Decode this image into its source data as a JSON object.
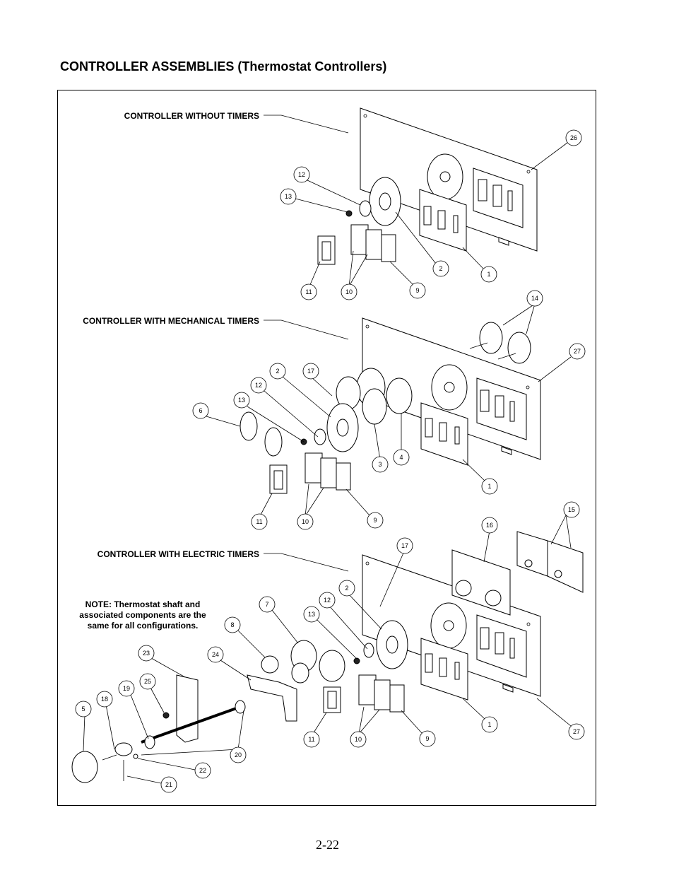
{
  "title": "CONTROLLER ASSEMBLIES (Thermostat Controllers)",
  "sections": {
    "no_timers": "CONTROLLER WITHOUT TIMERS",
    "mech_timers": "CONTROLLER WITH MECHANICAL TIMERS",
    "elec_timers": "CONTROLLER WITH ELECTRIC TIMERS"
  },
  "note": {
    "line1": "NOTE:  Thermostat shaft and",
    "line2": "associated components are the",
    "line3": "same for all configurations."
  },
  "callouts": [
    "26",
    "12",
    "13",
    "2",
    "1",
    "11",
    "10",
    "9",
    "14",
    "27",
    "2",
    "17",
    "12",
    "13",
    "6",
    "3",
    "4",
    "1",
    "11",
    "10",
    "9",
    "15",
    "16",
    "17",
    "2",
    "12",
    "7",
    "13",
    "8",
    "23",
    "24",
    "25",
    "19",
    "18",
    "5",
    "20",
    "22",
    "21",
    "11",
    "10",
    "9",
    "1",
    "27"
  ],
  "page_number": "2-22"
}
